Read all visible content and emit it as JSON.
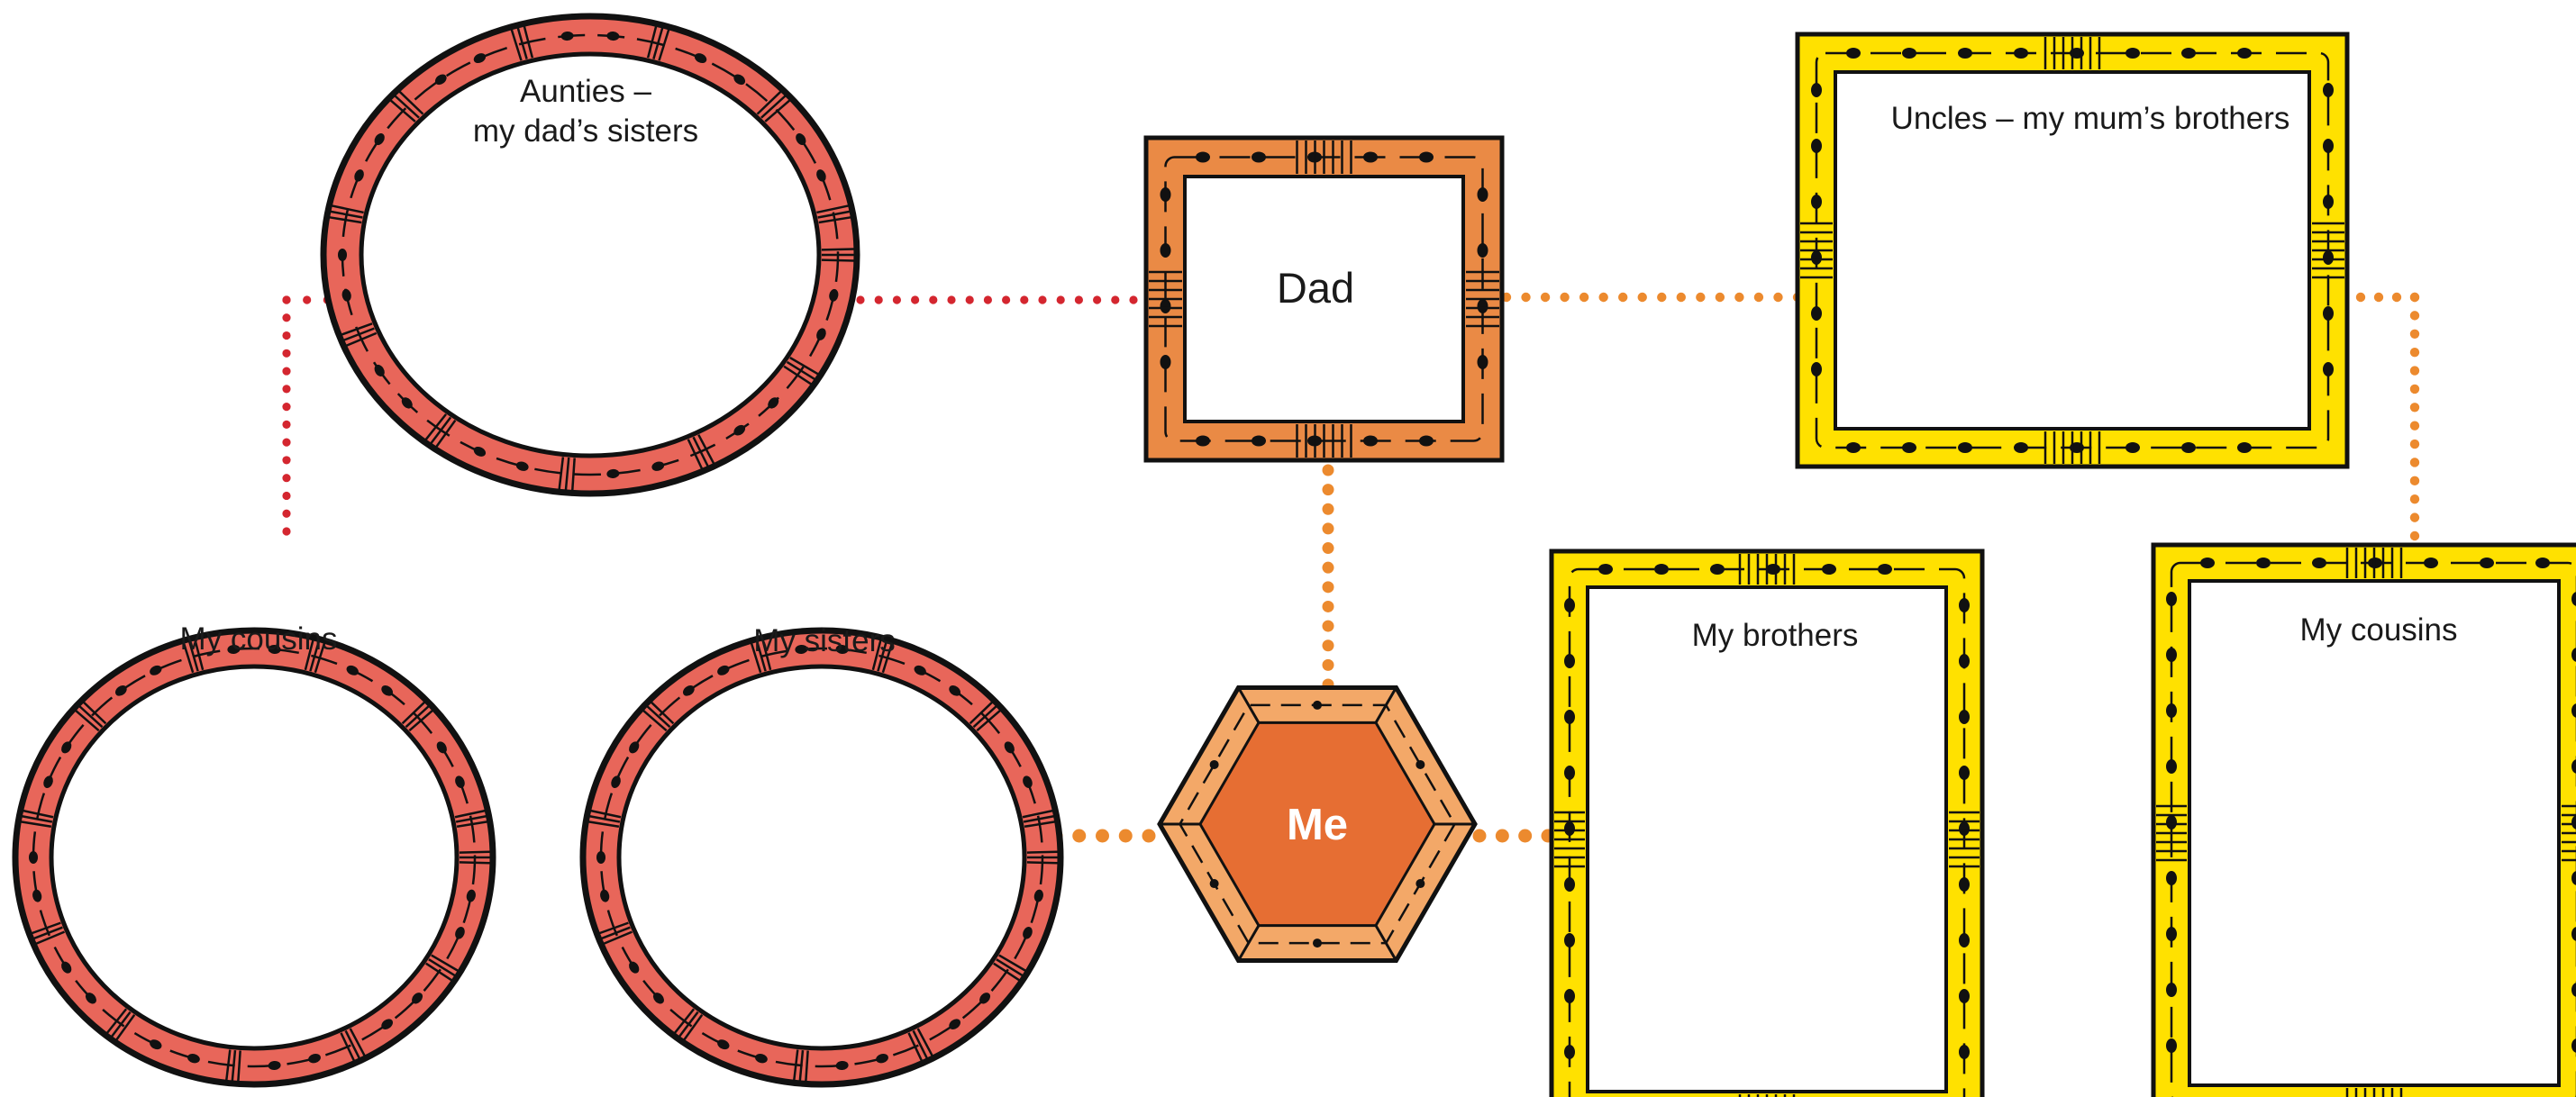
{
  "diagram": {
    "nodes": {
      "aunties": {
        "line1": "Aunties –",
        "line2": "my dad’s sisters"
      },
      "dad": {
        "label": "Dad"
      },
      "uncles": {
        "label": "Uncles – my mum’s brothers"
      },
      "cousins_left": {
        "label": "My cousins"
      },
      "sisters": {
        "label": "My sisters"
      },
      "me": {
        "label": "Me"
      },
      "brothers": {
        "label": "My brothers"
      },
      "cousins_right": {
        "label": "My cousins"
      }
    },
    "colors": {
      "dad_side_red": "#e8665a",
      "dad_frame_orange": "#ea8a45",
      "me_hex_outer": "#f3a868",
      "me_hex_inner": "#e66e33",
      "mum_side_yellow": "#ffe100",
      "connector_red": "#d4262f",
      "connector_orange": "#ec8a2e",
      "outline": "#111111"
    }
  }
}
